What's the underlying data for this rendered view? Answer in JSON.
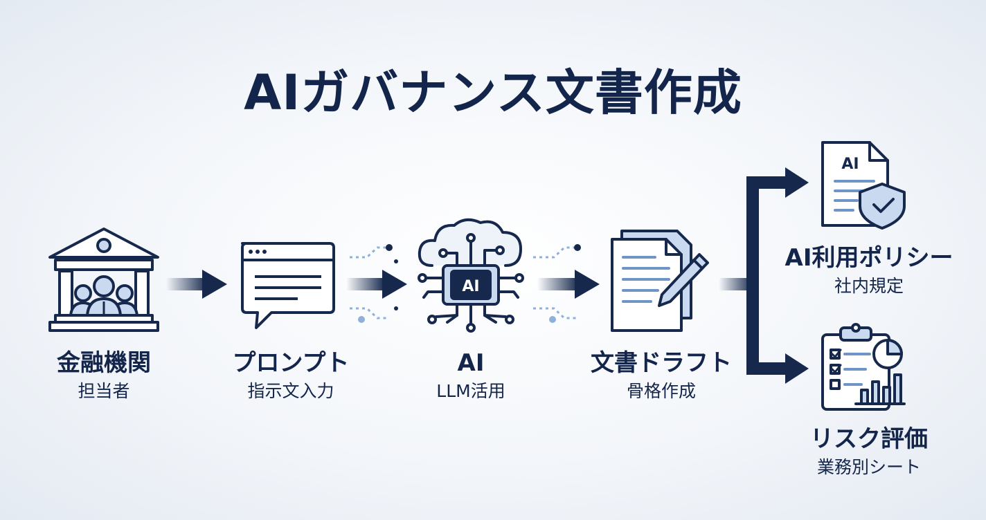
{
  "title": "AIガバナンス文書作成",
  "steps": [
    {
      "main": "金融機関",
      "sub": "担当者",
      "icon": "bank-icon"
    },
    {
      "main": "プロンプト",
      "sub": "指示文入力",
      "icon": "prompt-window-icon"
    },
    {
      "main": "AI",
      "sub": "LLM活用",
      "icon": "ai-chip-icon"
    },
    {
      "main": "文書ドラフト",
      "sub": "骨格作成",
      "icon": "document-draft-icon"
    }
  ],
  "outputs": [
    {
      "main": "AI利用ポリシー",
      "sub": "社内規定",
      "icon": "policy-document-icon"
    },
    {
      "main": "リスク評価",
      "sub": "業務別シート",
      "icon": "risk-clipboard-icon"
    }
  ],
  "icon_text": {
    "chip": "AI",
    "policy_doc": "AI"
  },
  "colors": {
    "navy": "#16294d",
    "light_blue": "#c9daf0",
    "mid_blue": "#6f95c8",
    "accent_blue": "#3f6fb0"
  }
}
